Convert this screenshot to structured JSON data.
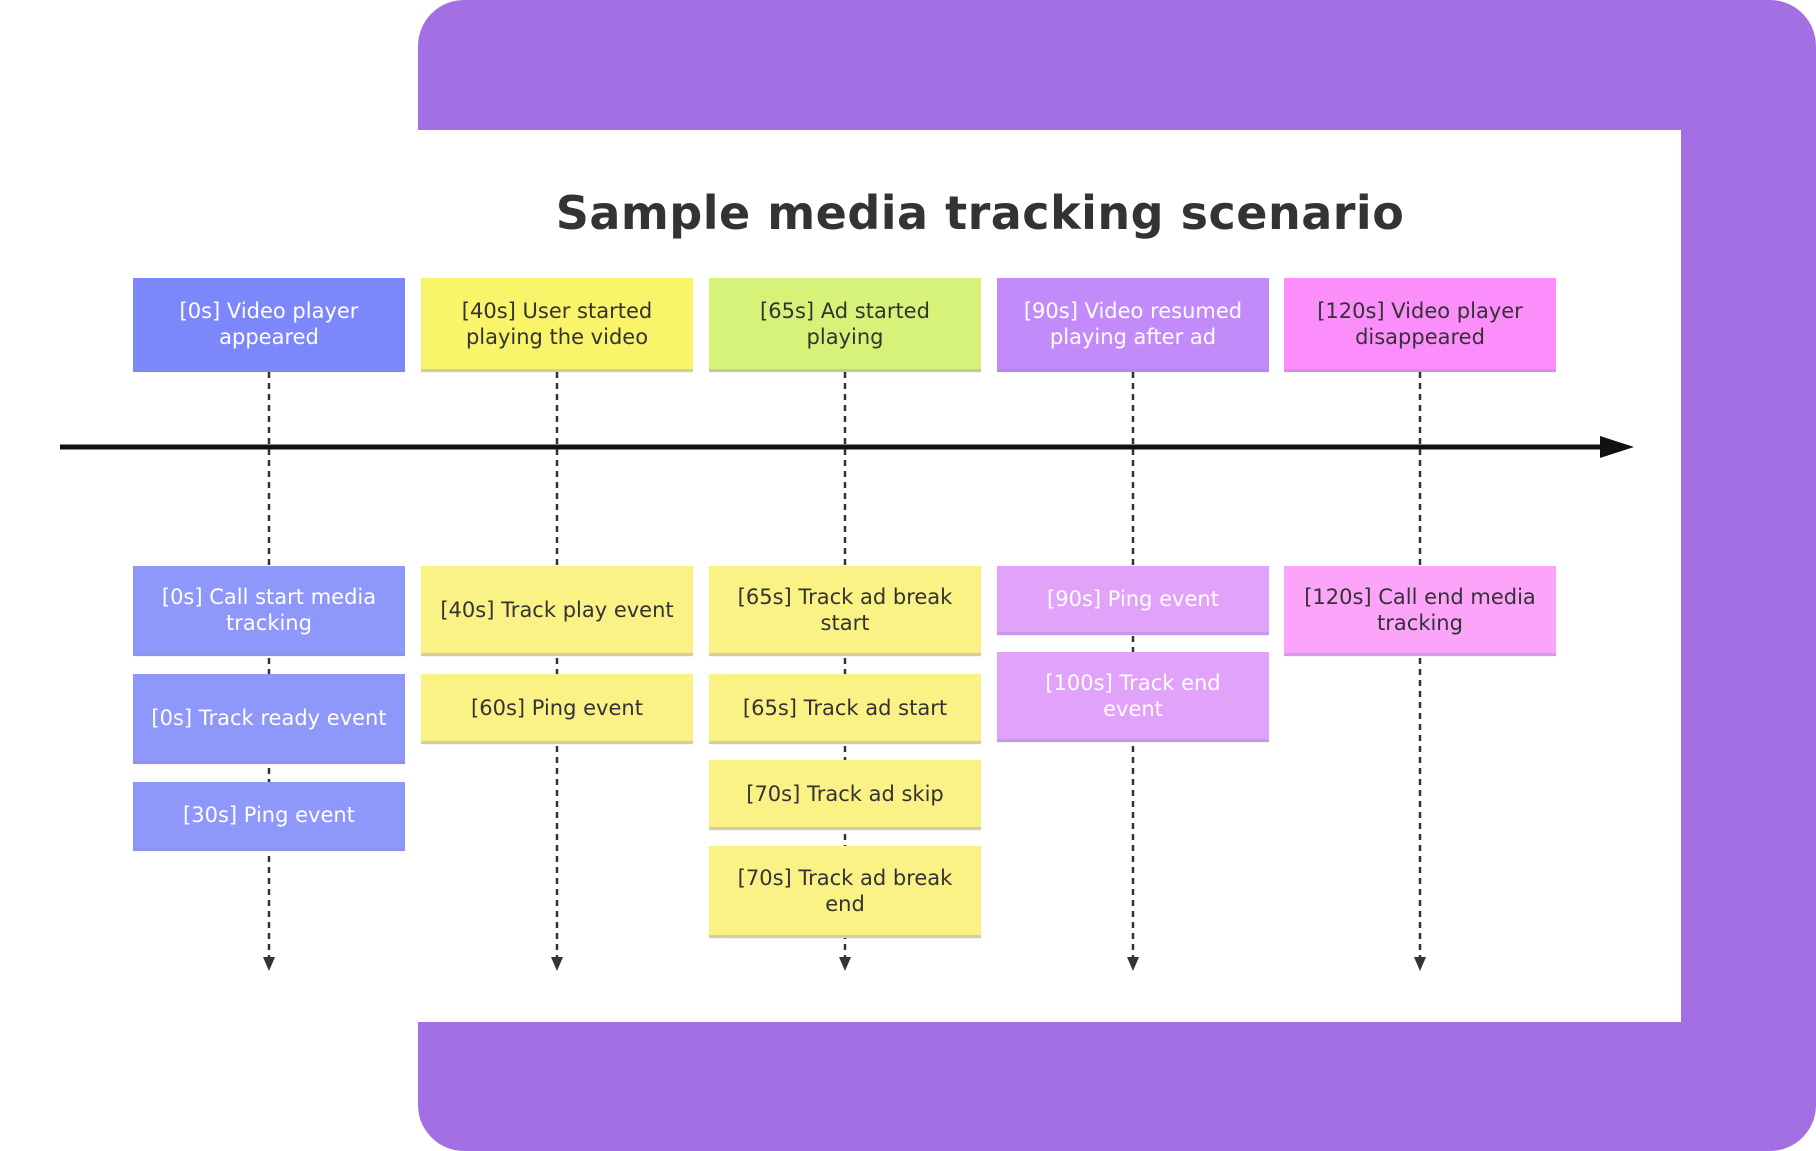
{
  "title": "Sample media tracking scenario",
  "colors": {
    "panel": "#A270E2",
    "axis": "#111111",
    "dashed": "#333333"
  },
  "columns": [
    {
      "id": "col-0",
      "header": {
        "label": "[0s] Video player appeared",
        "color": "#7B87FB",
        "light_text": true
      },
      "events": [
        {
          "label": "[0s] Call start media tracking",
          "color": "#8E97FA",
          "light_text": true
        },
        {
          "label": "[0s] Track ready event",
          "color": "#8E97FA",
          "light_text": true
        },
        {
          "label": "[30s] Ping event",
          "color": "#8E97FA",
          "light_text": true
        }
      ]
    },
    {
      "id": "col-1",
      "header": {
        "label": "[40s] User started playing the video",
        "color": "#FAF46B",
        "light_text": false
      },
      "events": [
        {
          "label": "[40s] Track play event",
          "color": "#FAF285",
          "light_text": false
        },
        {
          "label": "[60s] Ping event",
          "color": "#FAF285",
          "light_text": false
        }
      ]
    },
    {
      "id": "col-2",
      "header": {
        "label": "[65s] Ad started playing",
        "color": "#D6F279",
        "light_text": false
      },
      "events": [
        {
          "label": "[65s] Track ad break start",
          "color": "#FAF285",
          "light_text": false
        },
        {
          "label": "[65s] Track ad start",
          "color": "#FAF285",
          "light_text": false
        },
        {
          "label": "[70s] Track ad skip",
          "color": "#FAF285",
          "light_text": false
        },
        {
          "label": "[70s] Track ad break end",
          "color": "#FAF285",
          "light_text": false
        }
      ]
    },
    {
      "id": "col-3",
      "header": {
        "label": "[90s] Video resumed playing after ad",
        "color": "#C38BF9",
        "light_text": true
      },
      "events": [
        {
          "label": "[90s] Ping event",
          "color": "#E1A2FA",
          "light_text": true
        },
        {
          "label": "[100s] Track end event",
          "color": "#E1A2FA",
          "light_text": true
        }
      ]
    },
    {
      "id": "col-4",
      "header": {
        "label": "[120s] Video player disappeared",
        "color": "#FC8EFB",
        "light_text": false
      },
      "events": [
        {
          "label": "[120s] Call end media tracking",
          "color": "#FCA3FA",
          "light_text": false
        }
      ]
    }
  ]
}
